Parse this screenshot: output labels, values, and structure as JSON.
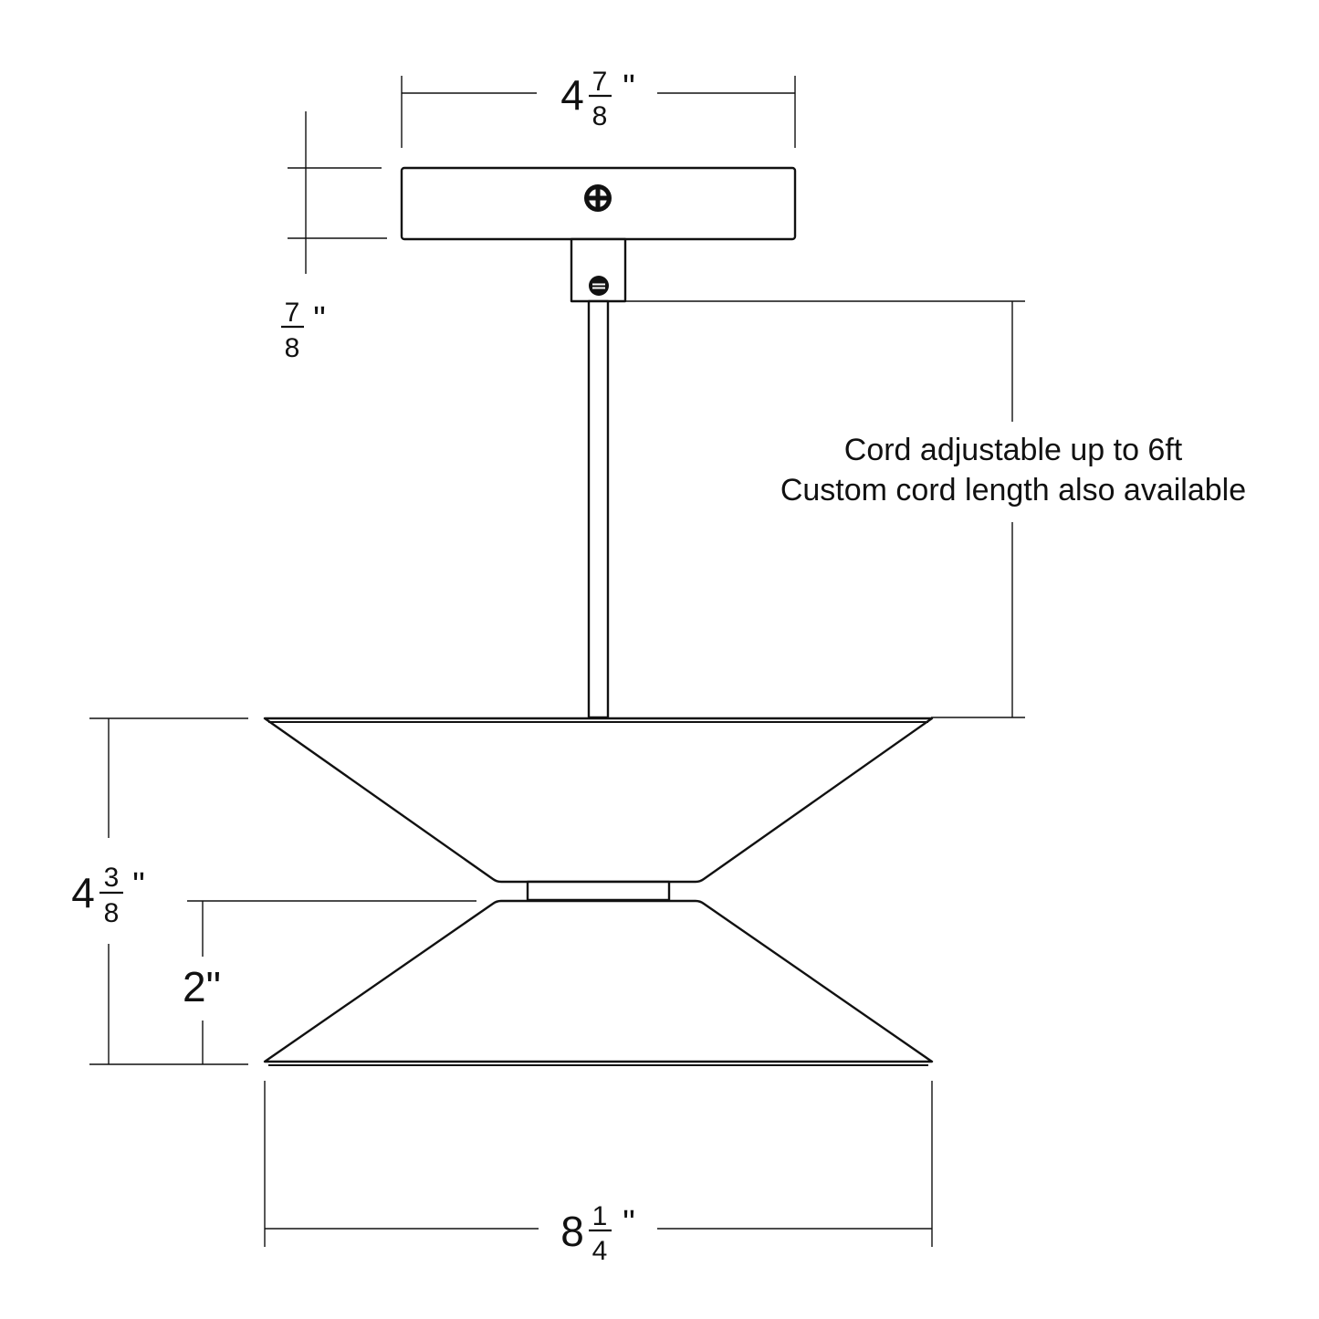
{
  "dimensions": {
    "canopy_width": {
      "whole": "4",
      "numerator": "7",
      "denominator": "8",
      "unit": "\""
    },
    "canopy_height": {
      "whole": "",
      "numerator": "7",
      "denominator": "8",
      "unit": "\""
    },
    "overall_height": {
      "whole": "4",
      "numerator": "3",
      "denominator": "8",
      "unit": "\""
    },
    "lower_shade_height": {
      "text": "2\""
    },
    "shade_width": {
      "whole": "8",
      "numerator": "1",
      "denominator": "4",
      "unit": "\""
    }
  },
  "cord_note": {
    "line1": "Cord adjustable up to 6ft",
    "line2": "Custom cord length also available"
  },
  "colors": {
    "ink": "#111111",
    "background": "#ffffff"
  }
}
